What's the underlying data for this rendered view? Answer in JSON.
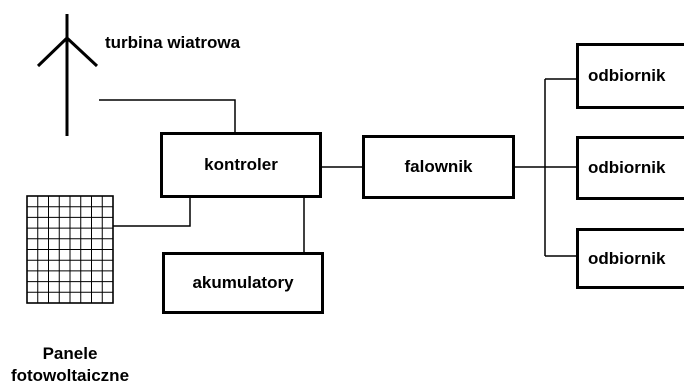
{
  "diagram": {
    "wind_turbine_label": "turbina wiatrowa",
    "controller_label": "kontroler",
    "inverter_label": "falownik",
    "batteries_label": "akumulatory",
    "pv_label_line1": "Panele",
    "pv_label_line2": "fotowoltaiczne",
    "receivers": [
      "odbiornik",
      "odbiornik",
      "odbiornik"
    ]
  },
  "colors": {
    "line": "#000000",
    "background": "#ffffff"
  }
}
